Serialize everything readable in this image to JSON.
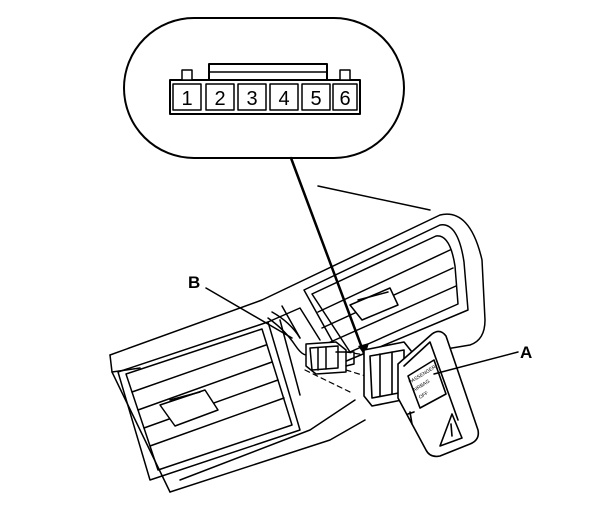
{
  "connector": {
    "pins": [
      "1",
      "2",
      "3",
      "4",
      "5",
      "6"
    ]
  },
  "callouts": {
    "a": "A",
    "b": "B"
  },
  "switch_label": [
    "PASSENGER",
    "AIRBAG",
    "OFF"
  ]
}
